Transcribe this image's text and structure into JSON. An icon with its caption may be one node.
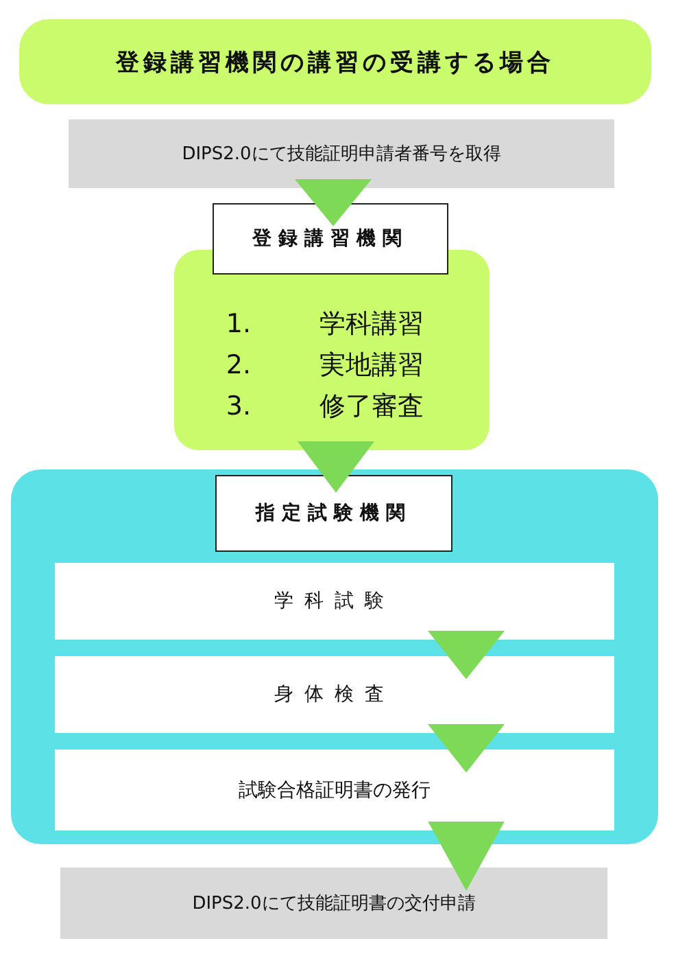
{
  "diagram": {
    "nodes": [
      {
        "text": [
          "登録講習機関の講習の受講する場合"
        ]
      },
      {
        "text": [
          "DIPS2.0にて技能証明申請者番号を取得"
        ]
      },
      {
        "text": [
          "登録講習機関"
        ]
      },
      {
        "text": [
          "1. 学科講習",
          "2. 実地講習",
          "3. 修了審査"
        ]
      },
      {
        "text": [],
        "shape": "box"
      },
      {
        "text": [
          "指定試験機関"
        ],
        "in": 4
      },
      {
        "text": [
          "学科試験"
        ],
        "in": 4
      },
      {
        "text": [
          "身体検査"
        ],
        "in": 4
      },
      {
        "text": [
          "試験合格証明書の発行"
        ],
        "in": 4
      },
      {
        "text": [
          "DIPS2.0にて技能証明書の交付申請"
        ]
      }
    ],
    "edges": [
      {
        "from": 1,
        "to": 2,
        "arrow": "to"
      },
      {
        "from": 3,
        "to": 4,
        "arrow": "to"
      },
      {
        "from": 6,
        "to": 7,
        "arrow": "to"
      },
      {
        "from": 7,
        "to": 8,
        "arrow": "to"
      },
      {
        "from": 8,
        "to": 9,
        "arrow": "to"
      }
    ]
  }
}
